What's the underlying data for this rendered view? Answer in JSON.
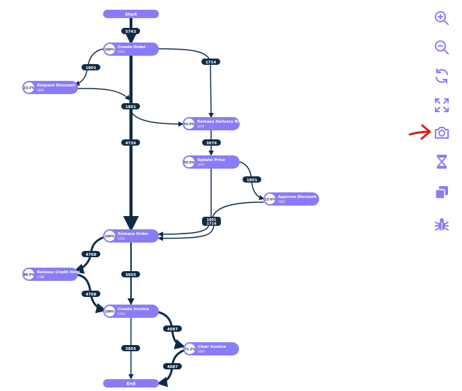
{
  "colors": {
    "node_fill": "#8a7cf8",
    "edge": "#0f2b46",
    "edge_label_bg": "#0f2b46",
    "toolbar_icon": "#8c7cf6",
    "pointer": "#e01b1b"
  },
  "nodes": [
    {
      "id": "start",
      "label": "Start",
      "count": "",
      "pct": ""
    },
    {
      "id": "create_order",
      "label": "Create Order",
      "count": "5743",
      "pct": "100%"
    },
    {
      "id": "request_discount",
      "label": "Request Discount",
      "count": "1801",
      "pct": "13.2%"
    },
    {
      "id": "release_delivery",
      "label": "Release Delivery Blo...",
      "count": "3076",
      "pct": "53.5%"
    },
    {
      "id": "update_price",
      "label": "Update Price",
      "count": "3076",
      "pct": "53.5%"
    },
    {
      "id": "approve_discount",
      "label": "Approve Discount",
      "count": "1801",
      "pct": "13.6%"
    },
    {
      "id": "release_order",
      "label": "Release Order",
      "count": "5743",
      "pct": "100%"
    },
    {
      "id": "release_credit",
      "label": "Release Credit Hold",
      "count": "2788",
      "pct": "48.5%"
    },
    {
      "id": "create_invoice",
      "label": "Create Invoice",
      "count": "5743",
      "pct": "100%"
    },
    {
      "id": "clear_invoice",
      "label": "Clear Invoice",
      "count": "4087",
      "pct": "71.2%"
    },
    {
      "id": "end",
      "label": "End",
      "count": "",
      "pct": ""
    }
  ],
  "edge_labels": [
    {
      "id": "start_create",
      "text": "5743"
    },
    {
      "id": "create_request",
      "text": "1801"
    },
    {
      "id": "create_delivery",
      "text": "1714"
    },
    {
      "id": "request_main",
      "text": "1801"
    },
    {
      "id": "main_long",
      "text": "4726"
    },
    {
      "id": "delivery_update",
      "text": "3076"
    },
    {
      "id": "update_approve",
      "text": "1801"
    },
    {
      "id": "merge",
      "text": "1801\n1714"
    },
    {
      "id": "order_credit",
      "text": "4768"
    },
    {
      "id": "order_invoice",
      "text": "3955"
    },
    {
      "id": "credit_invoice",
      "text": "4768"
    },
    {
      "id": "invoice_clear",
      "text": "4087"
    },
    {
      "id": "invoice_end",
      "text": "3855"
    },
    {
      "id": "clear_end",
      "text": "4087"
    }
  ],
  "toolbar": [
    {
      "id": "zoom-in",
      "icon": "zoom-in-icon"
    },
    {
      "id": "zoom-out",
      "icon": "zoom-out-icon"
    },
    {
      "id": "refresh",
      "icon": "refresh-icon"
    },
    {
      "id": "fit",
      "icon": "fit-screen-icon"
    },
    {
      "id": "screenshot",
      "icon": "camera-icon"
    },
    {
      "id": "hourglass",
      "icon": "hourglass-icon"
    },
    {
      "id": "copy",
      "icon": "copy-icon"
    },
    {
      "id": "debug",
      "icon": "bug-icon"
    }
  ]
}
